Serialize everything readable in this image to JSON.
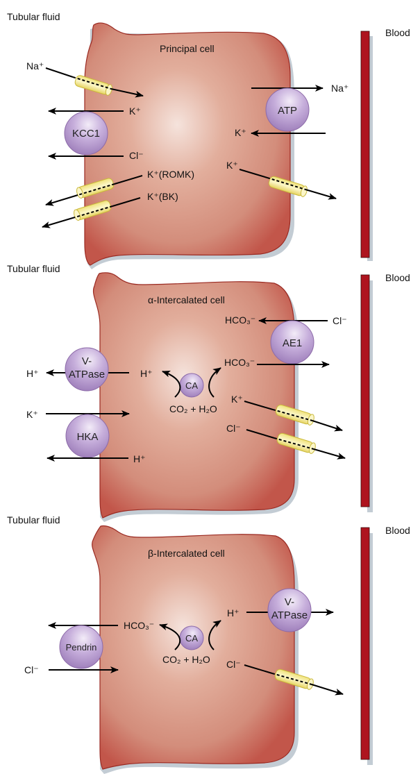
{
  "colors": {
    "cell_fill_edge": "#c2564a",
    "cell_fill_mid": "#d99683",
    "cell_fill_center": "#f5e3dc",
    "cell_outline": "#9a2a22",
    "protein_fill": "#b89ad0",
    "protein_highlight": "#ece2f4",
    "protein_outline": "#8c6aa8",
    "channel_fill": "#f4eb9c",
    "channel_outline": "#c9b83a",
    "blood_bar": "#ae141f",
    "blood_bar_shadow": "#c3ccd4"
  },
  "panels": [
    {
      "tubular_label": "Tubular fluid",
      "blood_label": "Blood",
      "cell_title": "Principal cell",
      "proteins": [
        {
          "name": "KCC1",
          "line2": ""
        },
        {
          "name": "ATP",
          "line2": ""
        }
      ],
      "ions": {
        "na_in": "Na⁺",
        "k_out_kcc": "K⁺",
        "cl_out_kcc": "Cl⁻",
        "k_romk": "K⁺(ROMK)",
        "k_bk": "K⁺(BK)",
        "na_out_atp": "Na⁺",
        "k_in_atp": "K⁺",
        "k_baso_channel": "K⁺"
      }
    },
    {
      "tubular_label": "Tubular fluid",
      "blood_label": "Blood",
      "cell_title": "α-Intercalated cell",
      "proteins": [
        {
          "name": "V-",
          "line2": "ATPase"
        },
        {
          "name": "HKA",
          "line2": ""
        },
        {
          "name": "AE1",
          "line2": ""
        },
        {
          "name": "CA",
          "line2": ""
        }
      ],
      "ions": {
        "h_out_vatpase": "H⁺",
        "h_in_vatpase": "H⁺",
        "k_out_hka": "K⁺",
        "h_in_hka": "H⁺",
        "hco3_ae1_in": "HCO₃⁻",
        "cl_ae1_out": "Cl⁻",
        "hco3_ca": "HCO₃⁻",
        "co2_h2o": "CO₂ + H₂O",
        "k_channel": "K⁺",
        "cl_channel": "Cl⁻"
      }
    },
    {
      "tubular_label": "Tubular fluid",
      "blood_label": "Blood",
      "cell_title": "β-Intercalated cell",
      "proteins": [
        {
          "name": "Pendrin",
          "line2": ""
        },
        {
          "name": "V-",
          "line2": "ATPase"
        },
        {
          "name": "CA",
          "line2": ""
        }
      ],
      "ions": {
        "hco3_pendrin": "HCO₃⁻",
        "cl_pendrin": "Cl⁻",
        "h_vatpase": "H⁺",
        "co2_h2o": "CO₂ + H₂O",
        "cl_channel": "Cl⁻"
      }
    }
  ]
}
